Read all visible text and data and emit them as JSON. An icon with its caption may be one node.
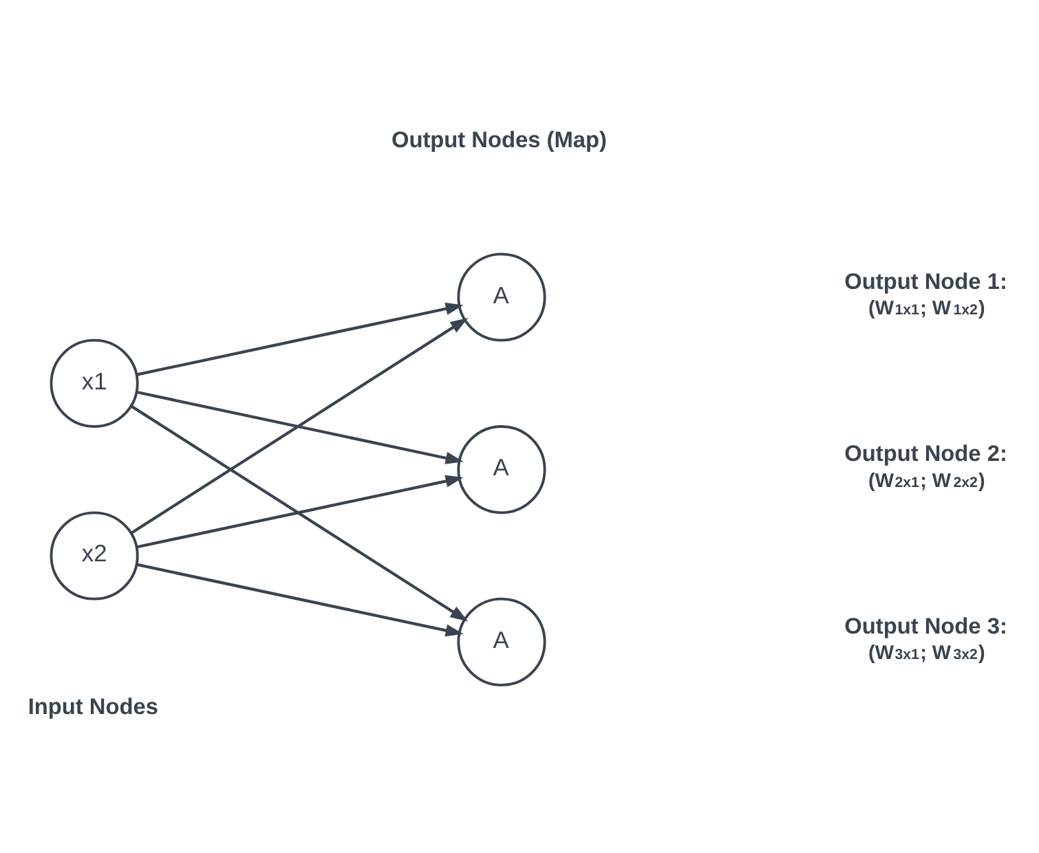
{
  "diagram": {
    "nodes": [
      {
        "text": [
          "x1"
        ]
      },
      {
        "text": [
          "x2"
        ]
      },
      {
        "text": [
          "A"
        ],
        "beside": [
          "Output Node 1:",
          "(W$_{1x1}$; W$_{1x2}$)"
        ]
      },
      {
        "text": [
          "A"
        ],
        "beside": [
          "Output Node 2:",
          "(W$_{2x1}$; W$_{2x2}$)"
        ]
      },
      {
        "text": [
          "A"
        ],
        "beside": [
          "Output Node 3:",
          "(W$_{3x1}$; W$_{3x2}$)"
        ]
      }
    ],
    "edges": [
      {
        "from": 0,
        "to": 2,
        "arrow": "to"
      },
      {
        "from": 0,
        "to": 3,
        "arrow": "to"
      },
      {
        "from": 0,
        "to": 4,
        "arrow": "to"
      },
      {
        "from": 1,
        "to": 2,
        "arrow": "to"
      },
      {
        "from": 1,
        "to": 3,
        "arrow": "to"
      },
      {
        "from": 1,
        "to": 4,
        "arrow": "to"
      }
    ],
    "labels": [
      "Input Nodes",
      "Output Nodes (Map)"
    ]
  }
}
